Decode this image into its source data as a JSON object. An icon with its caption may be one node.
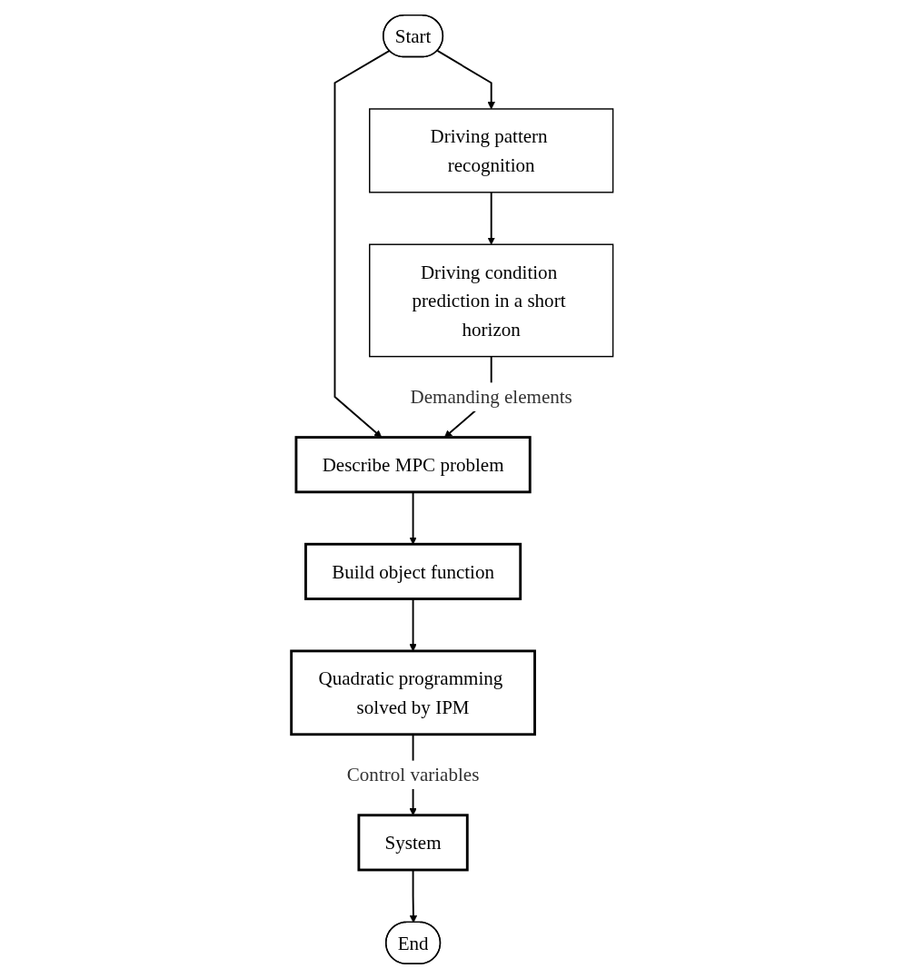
{
  "diagram": {
    "nodes": [
      {
        "text": [
          "Start"
        ]
      },
      {
        "text": [
          "Driving pattern recognition"
        ]
      },
      {
        "text": [
          "Driving condition prediction in a short horizon"
        ]
      },
      {
        "text": [
          "Describe MPC problem"
        ]
      },
      {
        "text": [
          "Build object function"
        ]
      },
      {
        "text": [
          "Quadratic programming solved by IPM"
        ]
      },
      {
        "text": [
          "System"
        ]
      },
      {
        "text": [
          "End"
        ]
      }
    ],
    "edges": [
      {
        "from": 0,
        "to": 1,
        "arrow": "to"
      },
      {
        "from": 0,
        "to": 3,
        "arrow": "to"
      },
      {
        "from": 1,
        "to": 2,
        "arrow": "to"
      },
      {
        "from": 2,
        "to": 3,
        "label": "Demanding elements",
        "arrow": "to"
      },
      {
        "from": 3,
        "to": 4,
        "arrow": "to"
      },
      {
        "from": 4,
        "to": 5,
        "arrow": "to"
      },
      {
        "from": 5,
        "to": 6,
        "label": "Control variables",
        "arrow": "to"
      },
      {
        "from": 6,
        "to": 7,
        "arrow": "to"
      }
    ]
  }
}
